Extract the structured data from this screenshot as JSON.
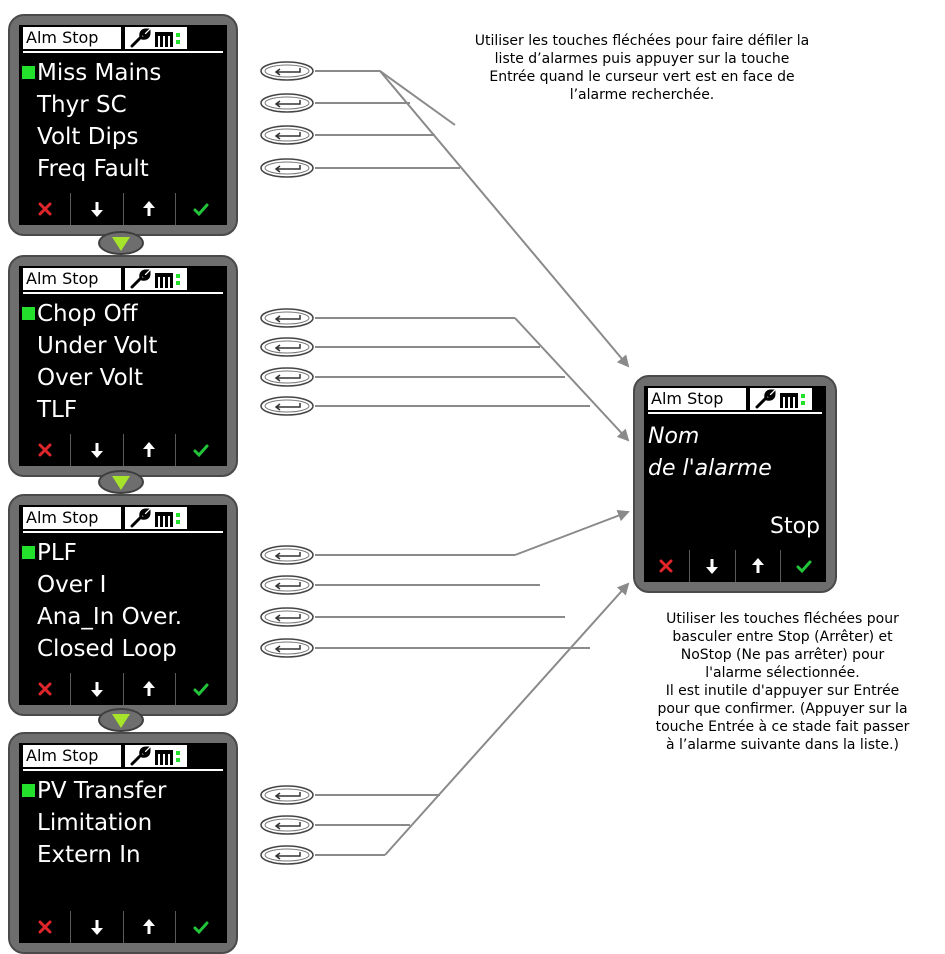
{
  "screens": [
    {
      "header_title": "Alm Stop",
      "items": [
        "Miss Mains",
        "Thyr SC",
        "Volt Dips",
        "Freq Fault"
      ]
    },
    {
      "header_title": "Alm Stop",
      "items": [
        "Chop Off",
        "Under Volt",
        "Over Volt",
        "TLF"
      ]
    },
    {
      "header_title": "Alm Stop",
      "items": [
        "PLF",
        "Over I",
        "Ana_In Over.",
        "Closed Loop"
      ]
    },
    {
      "header_title": "Alm Stop",
      "items": [
        "PV Transfer",
        "Limitation",
        "Extern In",
        ""
      ]
    }
  ],
  "result_screen": {
    "header_title": "Alm Stop",
    "line1": "Nom",
    "line2": "de l'alarme",
    "value": "Stop"
  },
  "note_top": [
    "Utiliser les touches fléchées pour faire défiler la",
    "liste d’alarmes puis appuyer sur la touche",
    "Entrée quand le curseur vert est en face de",
    "l’alarme recherchée."
  ],
  "note_right": [
    "Utiliser les touches fléchées pour",
    "basculer entre Stop (Arrêter) et",
    "NoStop (Ne pas arrêter) pour",
    "l'alarme sélectionnée.",
    "Il est inutile d'appuyer sur Entrée",
    "pour que confirmer. (Appuyer sur la",
    "touche Entrée à ce stade fait passer",
    "à l’alarme suivante dans la liste.)"
  ],
  "icons": {
    "cancel": "x-icon",
    "down": "arrow-down-icon",
    "up": "arrow-up-icon",
    "confirm": "check-icon",
    "enter": "enter-key-icon",
    "cursor_color": "#22e02c",
    "nav_triangle_color": "#a6e32b"
  }
}
